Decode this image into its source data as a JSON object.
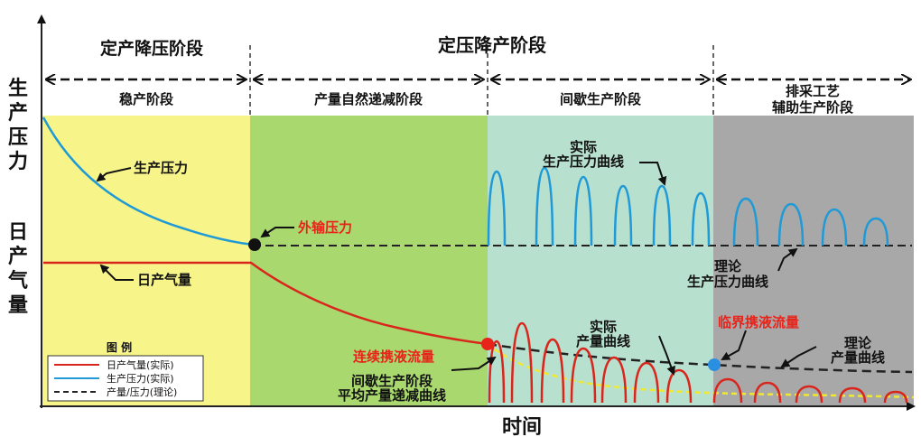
{
  "axes": {
    "y_pressure": "生产压力",
    "y_gas": "日产气量",
    "x": "时间"
  },
  "phases_top": [
    {
      "label": "定产降压阶段"
    },
    {
      "label": "定压降产阶段"
    }
  ],
  "stages": [
    {
      "label": "稳产阶段",
      "color": "#f7f58a"
    },
    {
      "label": "产量自然递减阶段",
      "color": "#a9d86e"
    },
    {
      "label": "间歇生产阶段",
      "color": "#b8e0cf"
    },
    {
      "label_line1": "排采工艺",
      "label_line2": "辅助生产阶段",
      "color": "#a8a8a8"
    }
  ],
  "annotations": {
    "pressure_curve": "生产压力",
    "gas_curve": "日产气量",
    "outlet_pressure": "外输压力",
    "actual_pressure_line1": "实际",
    "actual_pressure_line2": "生产压力曲线",
    "theory_pressure_line1": "理论",
    "theory_pressure_line2": "生产压力曲线",
    "critical_flow": "临界携液流量",
    "continuous_flow": "连续携液流量",
    "actual_output_line1": "实际",
    "actual_output_line2": "产量曲线",
    "theory_output_line1": "理论",
    "theory_output_line2": "产量曲线",
    "intermittent_line1": "间歇生产阶段",
    "intermittent_line2": "平均产量递减曲线"
  },
  "legend": {
    "title": "图 例",
    "items": [
      {
        "label": "日产气量(实际)",
        "color": "#d9261c",
        "style": "solid"
      },
      {
        "label": "生产压力(实际)",
        "color": "#1f9ad6",
        "style": "solid"
      },
      {
        "label": "产量/压力(理论)",
        "color": "#222222",
        "style": "dashed"
      }
    ]
  },
  "colors": {
    "pressure": "#1f9ad6",
    "gas": "#d9261c",
    "theory": "#222222",
    "avg_decline": "#f2e830",
    "highlight_text": "#e8231a",
    "critical_dot": "#2a8fe0"
  }
}
